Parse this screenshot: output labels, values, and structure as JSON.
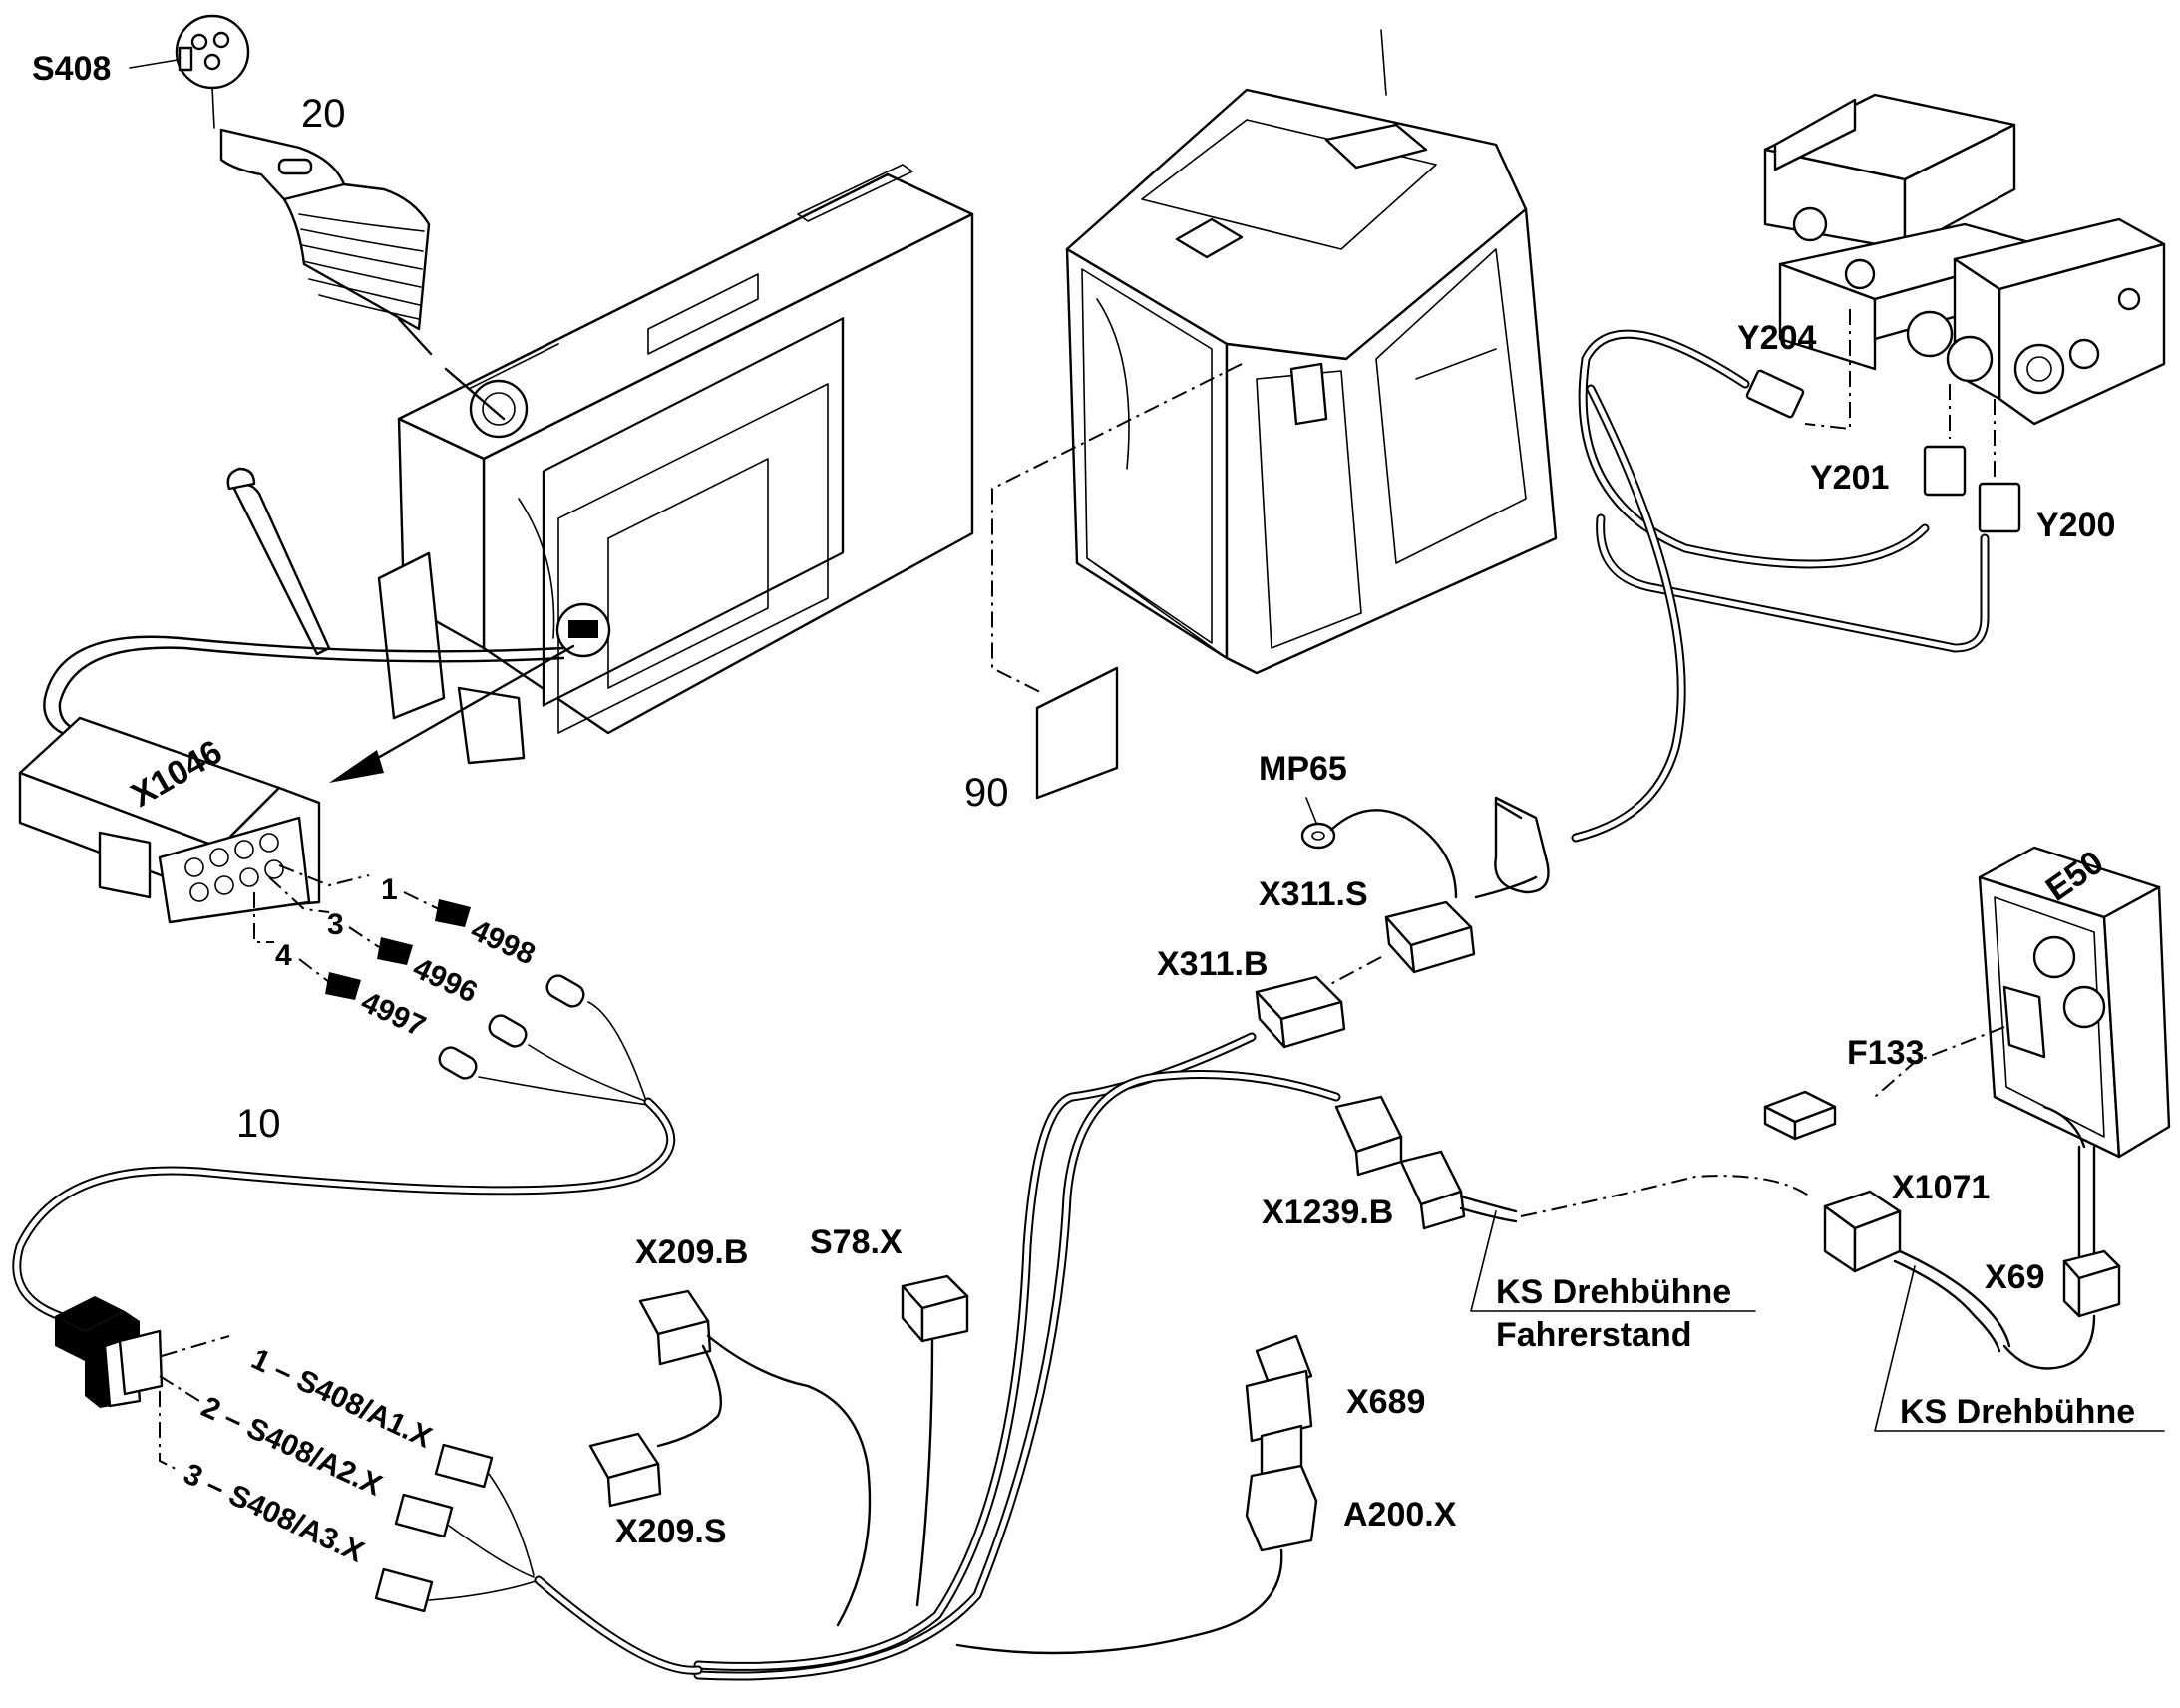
{
  "labels": {
    "s408": "S408",
    "n20": "20",
    "n10": "10",
    "n90": "90",
    "x1046": "X1046",
    "y204": "Y204",
    "y201": "Y201",
    "y200": "Y200",
    "mp65": "MP65",
    "x311s": "X311.S",
    "x311b": "X311.B",
    "e50": "E50",
    "f133": "F133",
    "x1239b": "X1239.B",
    "x1071": "X1071",
    "x69": "X69",
    "x209b": "X209.B",
    "x209s": "X209.S",
    "s78x": "S78.X",
    "x689": "X689",
    "a200x": "A200.X",
    "ks_line1": "KS Drehbühne",
    "ks_line2": "Fahrerstand",
    "ks_right": "KS Drehbühne"
  },
  "pins": {
    "p1": "1",
    "p3": "3",
    "p4": "4",
    "w4998": "4998",
    "w4996": "4996",
    "w4997": "4997",
    "a1": "1 – S408/A1.X",
    "a2": "2 – S408/A2.X",
    "a3": "3 – S408/A3.X"
  }
}
